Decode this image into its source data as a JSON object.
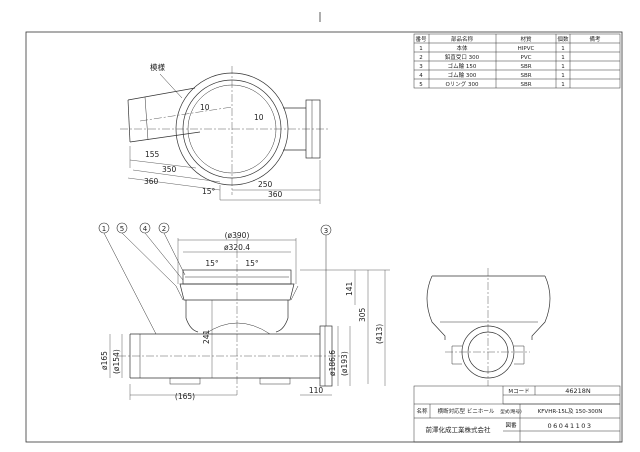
{
  "parts_table": {
    "headers": {
      "no": "番号",
      "name": "部品名称",
      "material": "材質",
      "qty": "個数",
      "note": "備考"
    },
    "rows": [
      {
        "no": "1",
        "name": "本体",
        "material": "HIPVC",
        "qty": "1"
      },
      {
        "no": "2",
        "name": "鉛直受口 300",
        "material": "PVC",
        "qty": "1"
      },
      {
        "no": "3",
        "name": "ゴム輪 150",
        "material": "SBR",
        "qty": "1"
      },
      {
        "no": "4",
        "name": "ゴム輪 300",
        "material": "SBR",
        "qty": "1"
      },
      {
        "no": "5",
        "name": "Oリング 300",
        "material": "SBR",
        "qty": "1"
      }
    ]
  },
  "top_view": {
    "label_burr": "模様",
    "dims": {
      "d155": "155",
      "d350": "350",
      "d360a": "360",
      "d250": "250",
      "d360b": "360",
      "deg15": "15°",
      "deg10a": "10",
      "deg10b": "10"
    }
  },
  "front_view": {
    "balloons": [
      "1",
      "5",
      "4",
      "2",
      "3"
    ],
    "dims": {
      "d390": "(ø390)",
      "d320": "ø320.4",
      "deg15a": "15°",
      "deg15b": "15°",
      "d141": "141",
      "d305": "305",
      "d413": "(413)",
      "d241": "241",
      "d165": "ø165",
      "d154": "(ø154)",
      "d186": "ø186.6",
      "d193": "(ø193)",
      "d165b": "(165)",
      "d110": "110"
    }
  },
  "title_block": {
    "code_label": "Mコード",
    "code_value": "46218N",
    "name_label": "名称",
    "name_value": "横断対応型 ビニホール",
    "model_label": "型式(略号)",
    "model_value": "KFVHR-15L及 150-300N",
    "drawing_label": "図番",
    "drawing_value": "06041103",
    "company": "前澤化成工業株式会社"
  }
}
